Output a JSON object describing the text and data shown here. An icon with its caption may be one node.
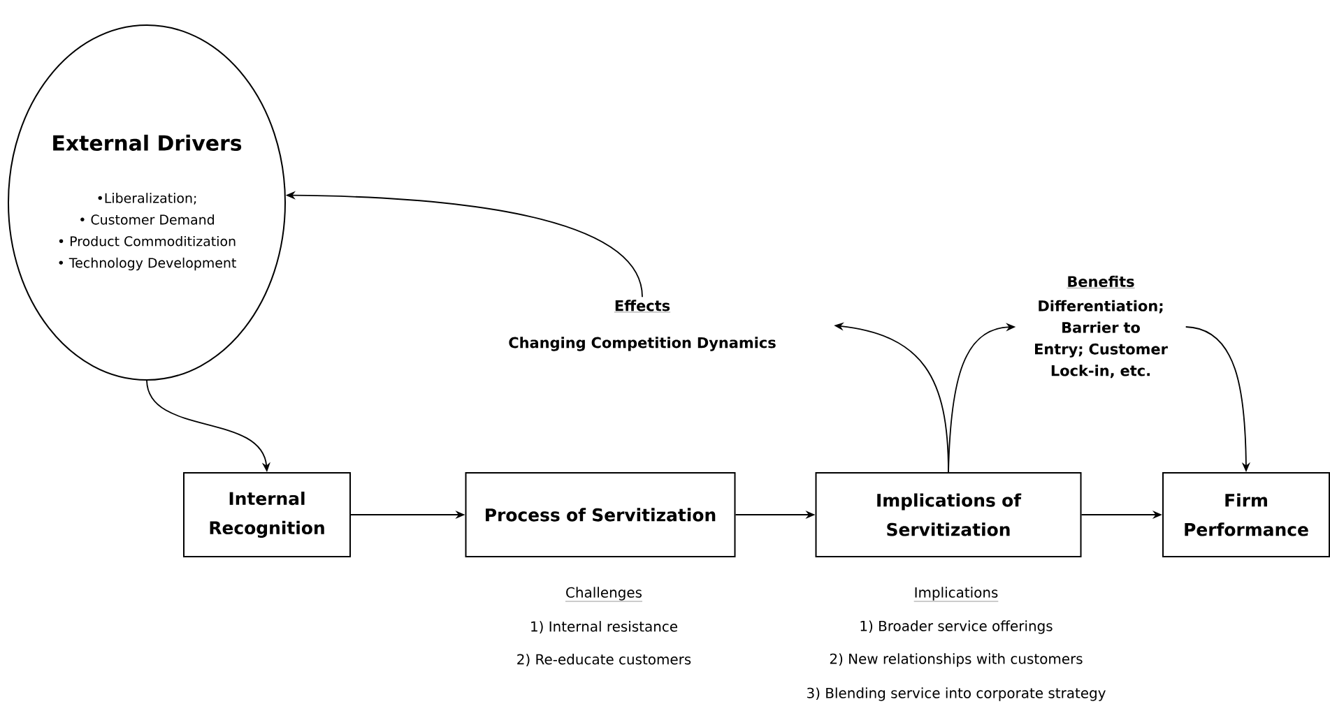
{
  "diagram": {
    "nodes": [
      {
        "text": [
          "External Drivers",
          "•Liberalization;",
          "• Customer Demand",
          "• Product Commoditization",
          "• Technology Development"
        ]
      },
      {
        "text": [
          "Effects",
          "Changing Competition Dynamics"
        ]
      },
      {
        "text": [
          "Benefits",
          "Differentiation; Barrier to Entry; Customer Lock-in, etc."
        ]
      },
      {
        "text": [
          "Internal Recognition"
        ]
      },
      {
        "text": [
          "Process of Servitization"
        ],
        "beside": [
          "Challenges",
          "1) Internal resistance",
          "2) Re-educate customers"
        ]
      },
      {
        "text": [
          "Implications of Servitization"
        ],
        "beside": [
          "Implications",
          "1) Broader service offerings",
          "2) New relationships with customers",
          "3) Blending service into corporate strategy"
        ]
      },
      {
        "text": [
          "Firm Performance"
        ]
      }
    ],
    "edges": [
      {
        "from": 0,
        "to": 3,
        "arrow": "to"
      },
      {
        "from": 3,
        "to": 4,
        "arrow": "to"
      },
      {
        "from": 4,
        "to": 5,
        "arrow": "to"
      },
      {
        "from": 5,
        "to": 6,
        "arrow": "to"
      },
      {
        "from": 5,
        "to": 1,
        "arrow": "to"
      },
      {
        "from": 5,
        "to": 2,
        "arrow": "to"
      },
      {
        "from": 2,
        "to": 6,
        "arrow": "to"
      },
      {
        "from": 1,
        "to": 0,
        "arrow": "to"
      }
    ]
  }
}
